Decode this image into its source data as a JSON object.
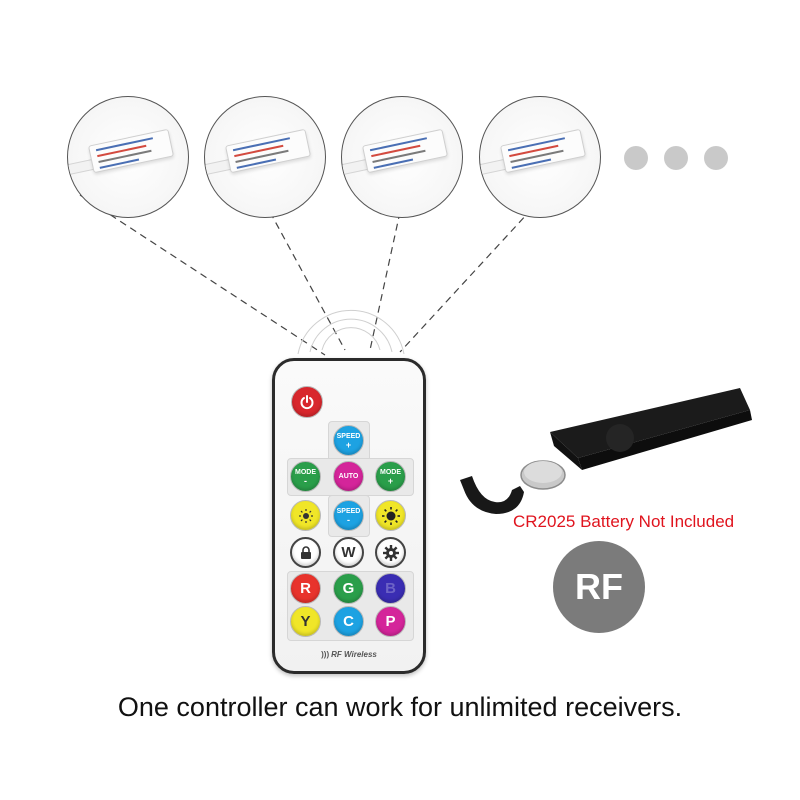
{
  "colors": {
    "power": "#d8272d",
    "blue": "#1da2e2",
    "green": "#2a9e4a",
    "magenta": "#d4259a",
    "yellow": "#f0e628",
    "red": "#e8332c",
    "indigo": "#3a2db3",
    "caption": "#e0141e",
    "badge": "#7b7b7b"
  },
  "remote": {
    "speed_up_label": "SPEED",
    "speed_up_sign": "+",
    "mode_down_label": "MODE",
    "mode_down_sign": "-",
    "auto_label": "AUTO",
    "mode_up_label": "MODE",
    "mode_up_sign": "+",
    "speed_down_label": "SPEED",
    "speed_down_sign": "-",
    "w_label": "W",
    "r_label": "R",
    "g_label": "G",
    "b_label": "B",
    "y_label": "Y",
    "c_label": "C",
    "p_label": "P",
    "brand_label": "RF Wireless"
  },
  "battery_caption": "CR2025 Battery Not Included",
  "rf_badge": "RF",
  "footer_text": "One controller can work for unlimited receivers."
}
